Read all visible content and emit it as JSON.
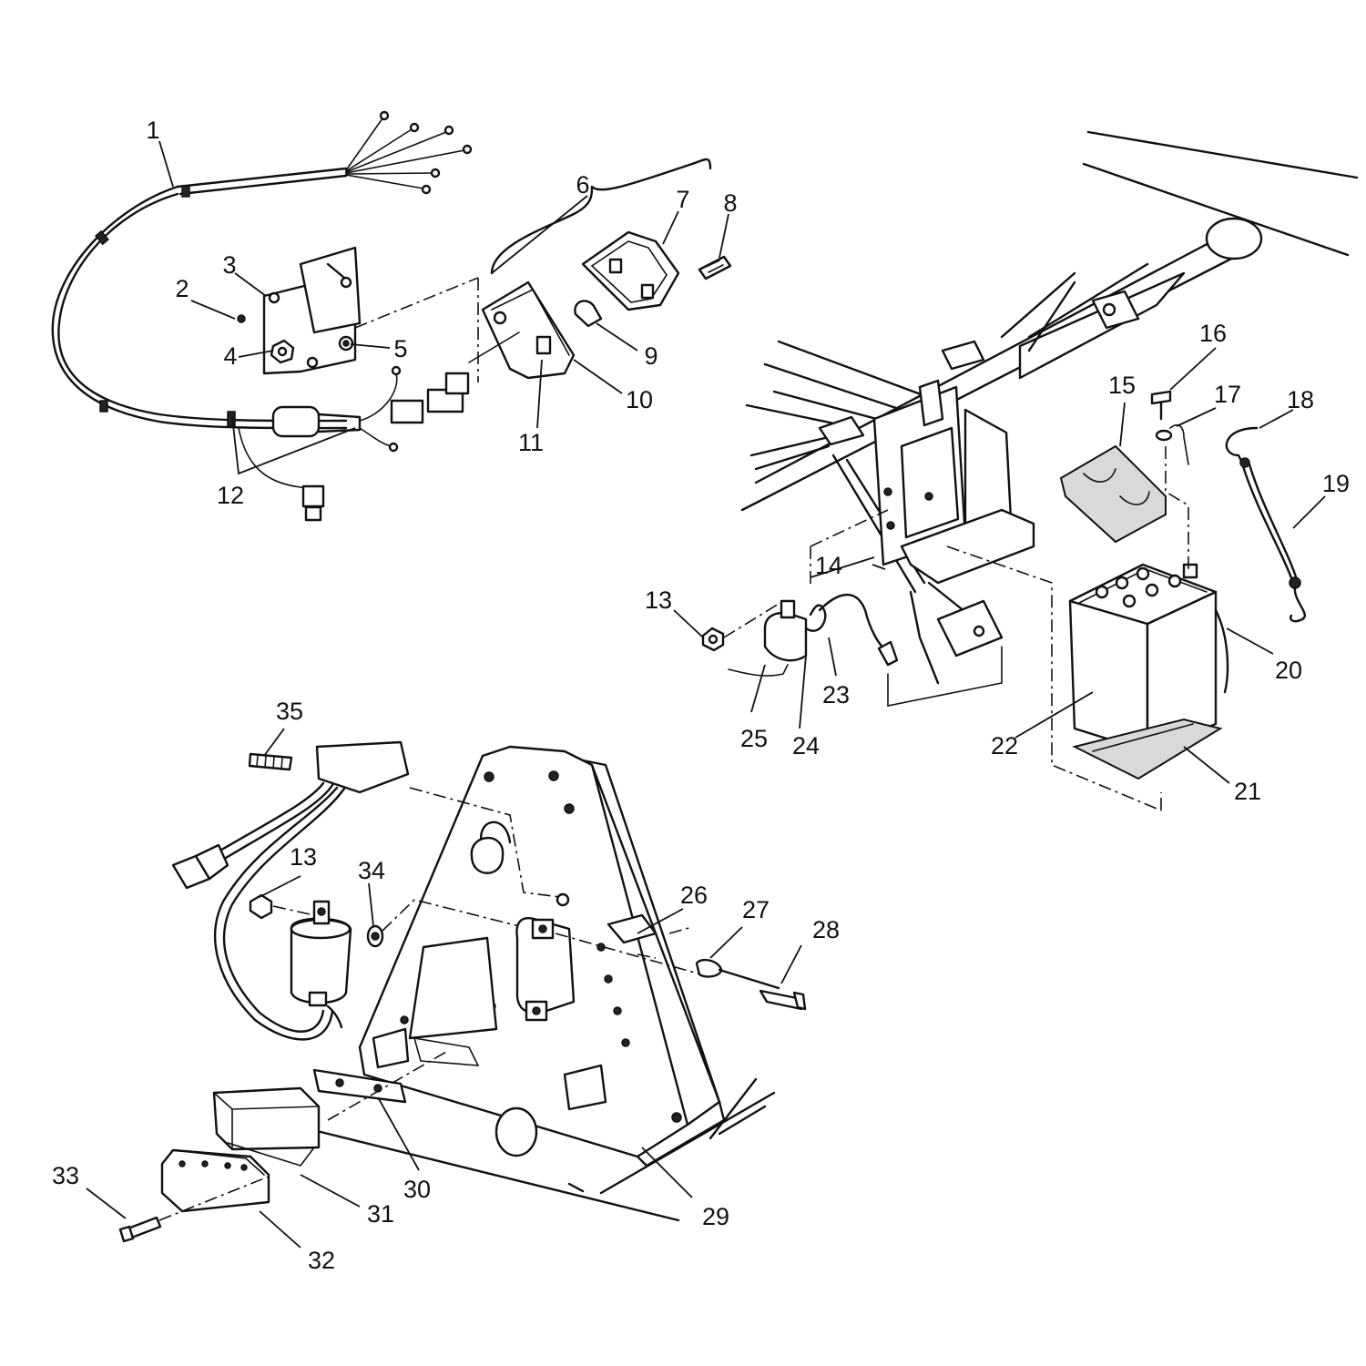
{
  "callouts": [
    {
      "id": "1",
      "text": "1"
    },
    {
      "id": "2",
      "text": "2"
    },
    {
      "id": "3",
      "text": "3"
    },
    {
      "id": "4",
      "text": "4"
    },
    {
      "id": "5",
      "text": "5"
    },
    {
      "id": "6",
      "text": "6"
    },
    {
      "id": "7",
      "text": "7"
    },
    {
      "id": "8",
      "text": "8"
    },
    {
      "id": "9",
      "text": "9"
    },
    {
      "id": "10",
      "text": "10"
    },
    {
      "id": "11",
      "text": "11"
    },
    {
      "id": "12",
      "text": "12"
    },
    {
      "id": "13a",
      "text": "13"
    },
    {
      "id": "14",
      "text": "14"
    },
    {
      "id": "15",
      "text": "15"
    },
    {
      "id": "16",
      "text": "16"
    },
    {
      "id": "17",
      "text": "17"
    },
    {
      "id": "18",
      "text": "18"
    },
    {
      "id": "19",
      "text": "19"
    },
    {
      "id": "20",
      "text": "20"
    },
    {
      "id": "21",
      "text": "21"
    },
    {
      "id": "22",
      "text": "22"
    },
    {
      "id": "23",
      "text": "23"
    },
    {
      "id": "24",
      "text": "24"
    },
    {
      "id": "25",
      "text": "25"
    },
    {
      "id": "13b",
      "text": "13"
    },
    {
      "id": "26",
      "text": "26"
    },
    {
      "id": "27",
      "text": "27"
    },
    {
      "id": "28",
      "text": "28"
    },
    {
      "id": "29",
      "text": "29"
    },
    {
      "id": "30",
      "text": "30"
    },
    {
      "id": "31",
      "text": "31"
    },
    {
      "id": "32",
      "text": "32"
    },
    {
      "id": "33",
      "text": "33"
    },
    {
      "id": "34",
      "text": "34"
    },
    {
      "id": "35",
      "text": "35"
    }
  ]
}
